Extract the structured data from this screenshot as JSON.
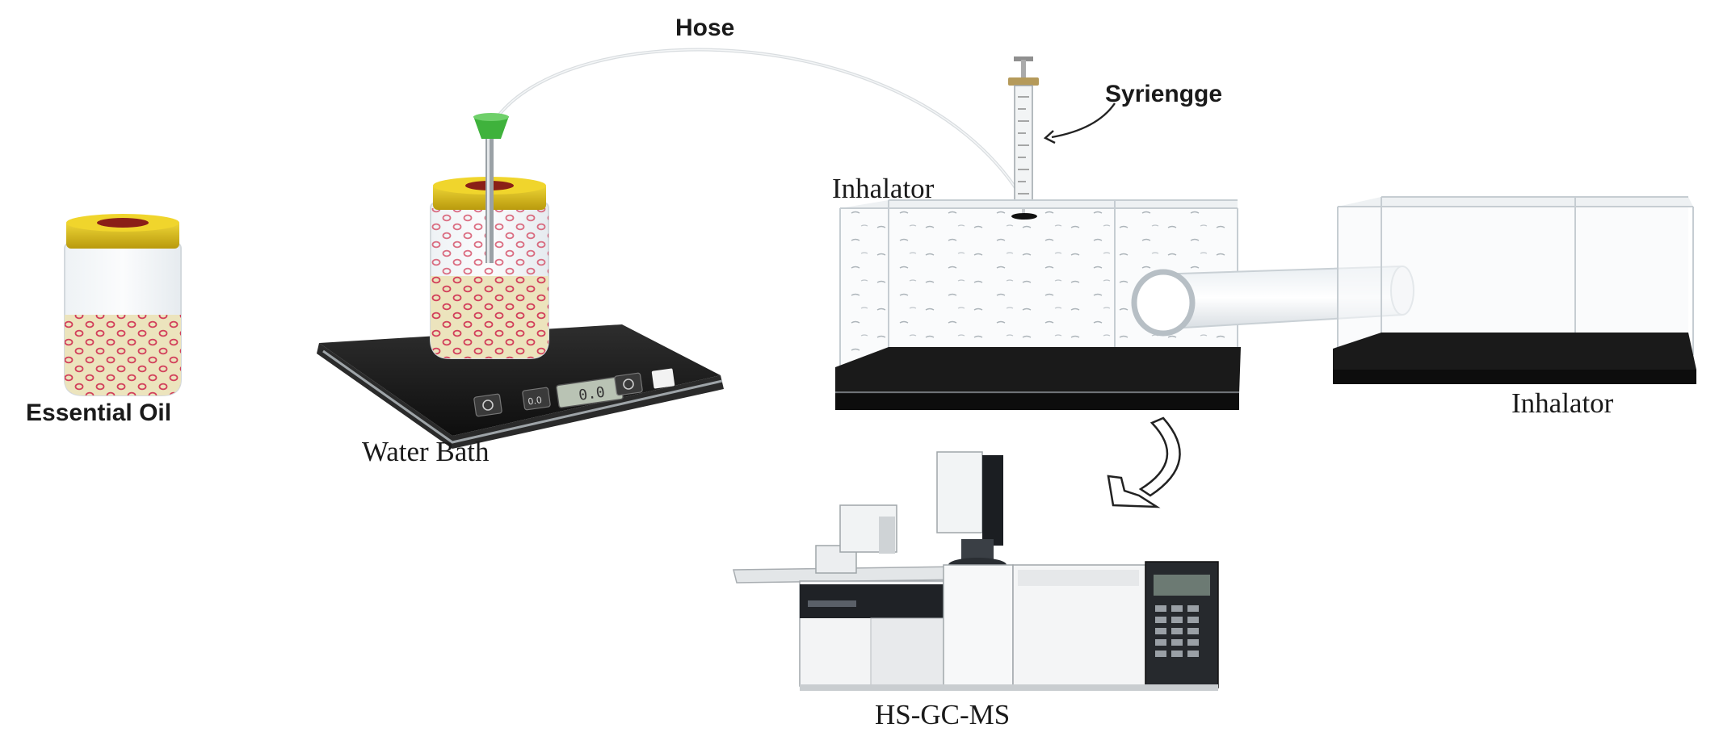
{
  "labels": {
    "hose": "Hose",
    "syringe": "Syriengge",
    "inhalator_1": "Inhalator",
    "inhalator_2": "Inhalator",
    "essential_oil": "Essential Oil",
    "water_bath": "Water Bath",
    "instrument": "HS-GC-MS"
  },
  "scale_display": {
    "reading": "0.0",
    "unit_badge": "0.0"
  },
  "colors": {
    "cap_gold": "#e2c51b",
    "cap_red": "#8a1f17",
    "oil_fill": "#ece4bd",
    "droplet": "#d2415b",
    "nozzle_green": "#3fb23c",
    "scale_body": "#1c1c1c",
    "box_base": "#202020",
    "glass_edge": "#cfd6dc"
  },
  "icons": {
    "scale_power": "power-icon",
    "scale_tare": "tare-icon",
    "arrow_syringe": "curved-arrow-icon",
    "arrow_down": "hollow-curved-arrow-icon"
  }
}
